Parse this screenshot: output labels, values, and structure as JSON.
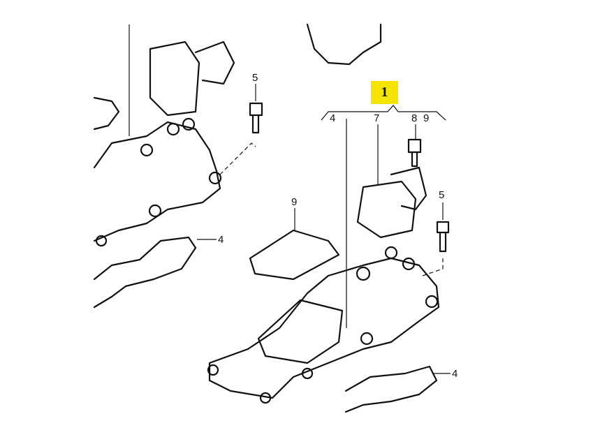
{
  "callout": {
    "number": "1",
    "color": "#f5e400"
  },
  "group_labels": [
    "4",
    "7",
    "8",
    "9"
  ],
  "part_labels": {
    "bolt_left": "5",
    "bolt_right": "5",
    "gasket_cover": "9",
    "gasket_left": "4",
    "gasket_right": "4"
  }
}
